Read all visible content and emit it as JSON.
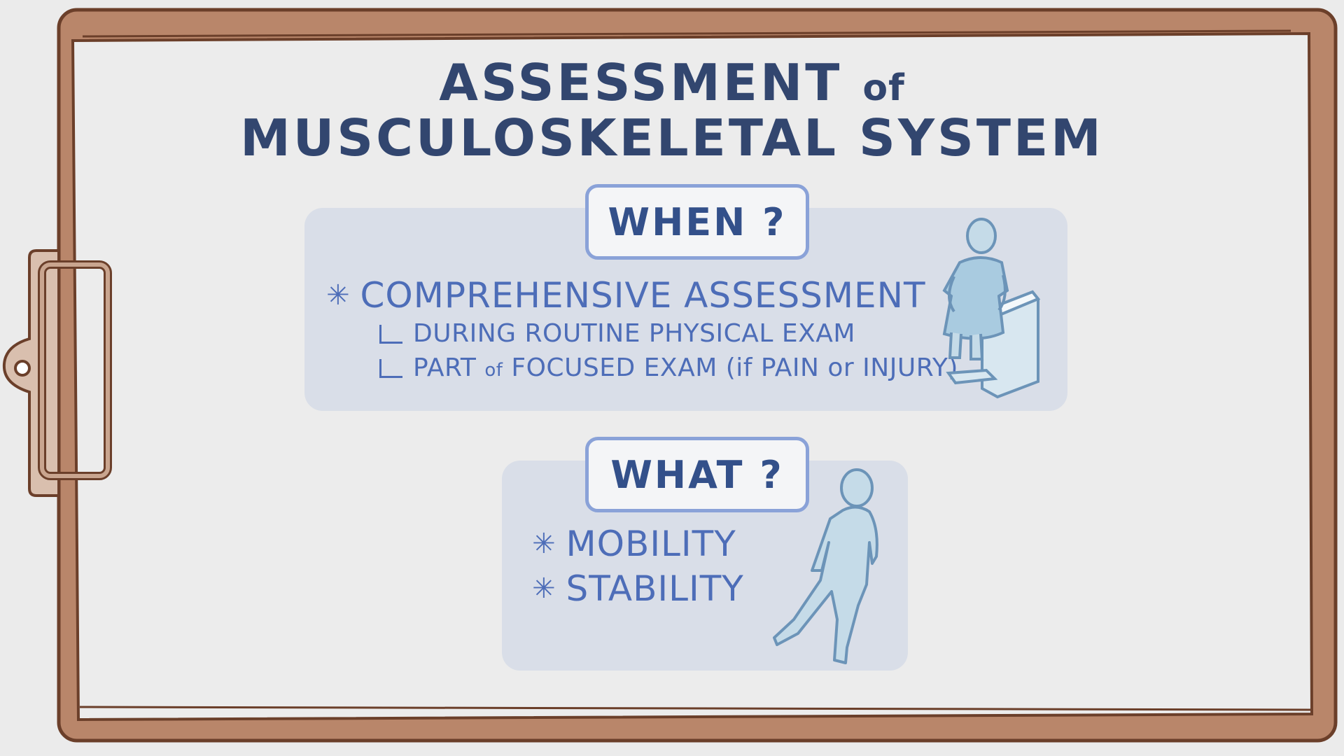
{
  "title": {
    "line1_main": "ASSESSMENT",
    "line1_small": "of",
    "line2": "MUSCULOSKELETAL SYSTEM"
  },
  "when": {
    "heading": "WHEN ?",
    "bullet_symbol": "✳",
    "item": "COMPREHENSIVE ASSESSMENT",
    "sub_items": [
      {
        "text": "DURING ROUTINE PHYSICAL EXAM"
      },
      {
        "pre": "PART",
        "small": "of",
        "post": "FOCUSED EXAM (if PAIN or INJURY)"
      }
    ]
  },
  "what": {
    "heading": "WHAT ?",
    "bullet_symbol": "✳",
    "items": [
      "MOBILITY",
      "STABILITY"
    ]
  },
  "icons": {
    "clipboard": "clipboard-icon",
    "seated_patient": "seated-patient-icon",
    "walking_person": "walking-person-icon"
  },
  "colors": {
    "frame": "#b9866a",
    "frame_outline": "#6b3f2a",
    "title": "#32466f",
    "text": "#4d6db8",
    "panel": "#d9dee8",
    "tag_border": "#8aa2d8",
    "figure_fill": "#c5dbe8",
    "figure_stroke": "#6c94b8"
  }
}
